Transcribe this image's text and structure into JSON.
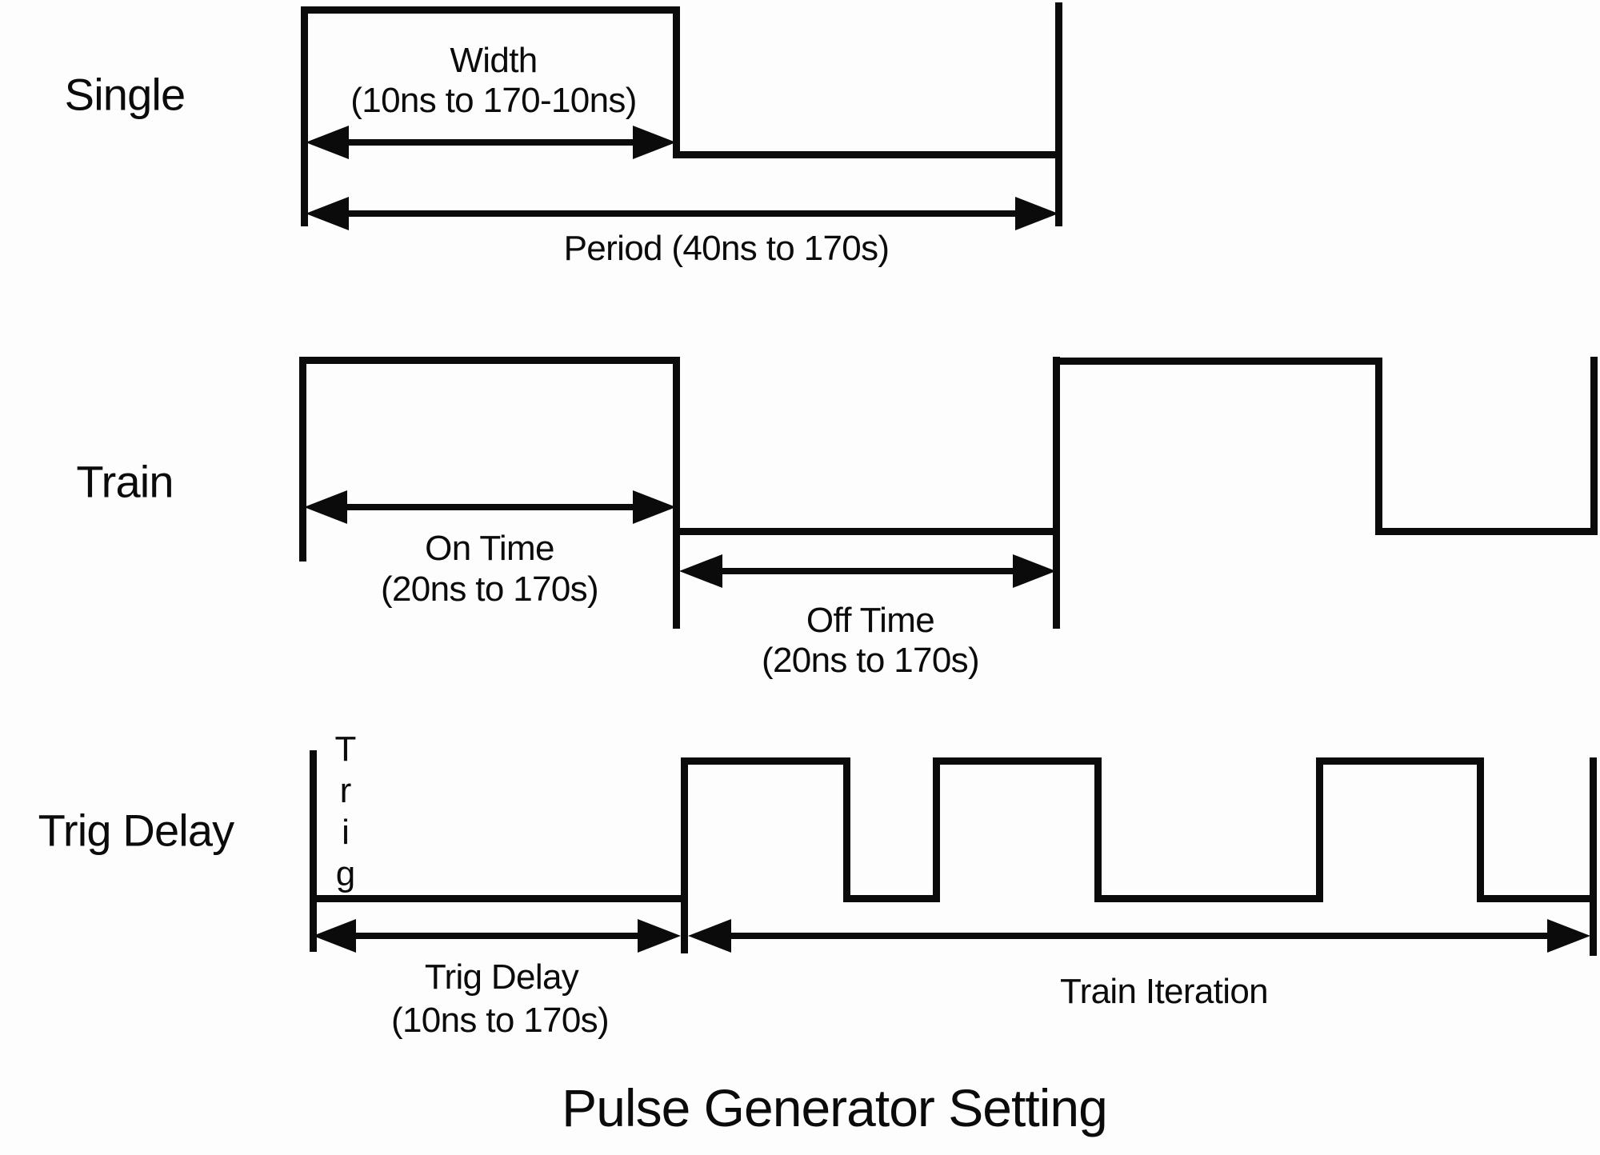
{
  "title": "Pulse Generator Setting",
  "sections": {
    "single": {
      "label": "Single",
      "width_label": "Width",
      "width_range": "(10ns to 170-10ns)",
      "period_label": "Period (40ns to 170s)"
    },
    "train": {
      "label": "Train",
      "on_time_label": "On Time",
      "on_time_range": "(20ns to 170s)",
      "off_time_label": "Off Time",
      "off_time_range": "(20ns to 170s)"
    },
    "trig_delay": {
      "label": "Trig Delay",
      "trigger_signal": {
        "letters": [
          "T",
          "r",
          "i",
          "g"
        ]
      },
      "delay_label": "Trig Delay",
      "delay_range": "(10ns to 170s)",
      "iteration_label": "Train Iteration"
    }
  },
  "colors": {
    "ink": "#0b0b0b",
    "background": "#fdfdfd"
  }
}
